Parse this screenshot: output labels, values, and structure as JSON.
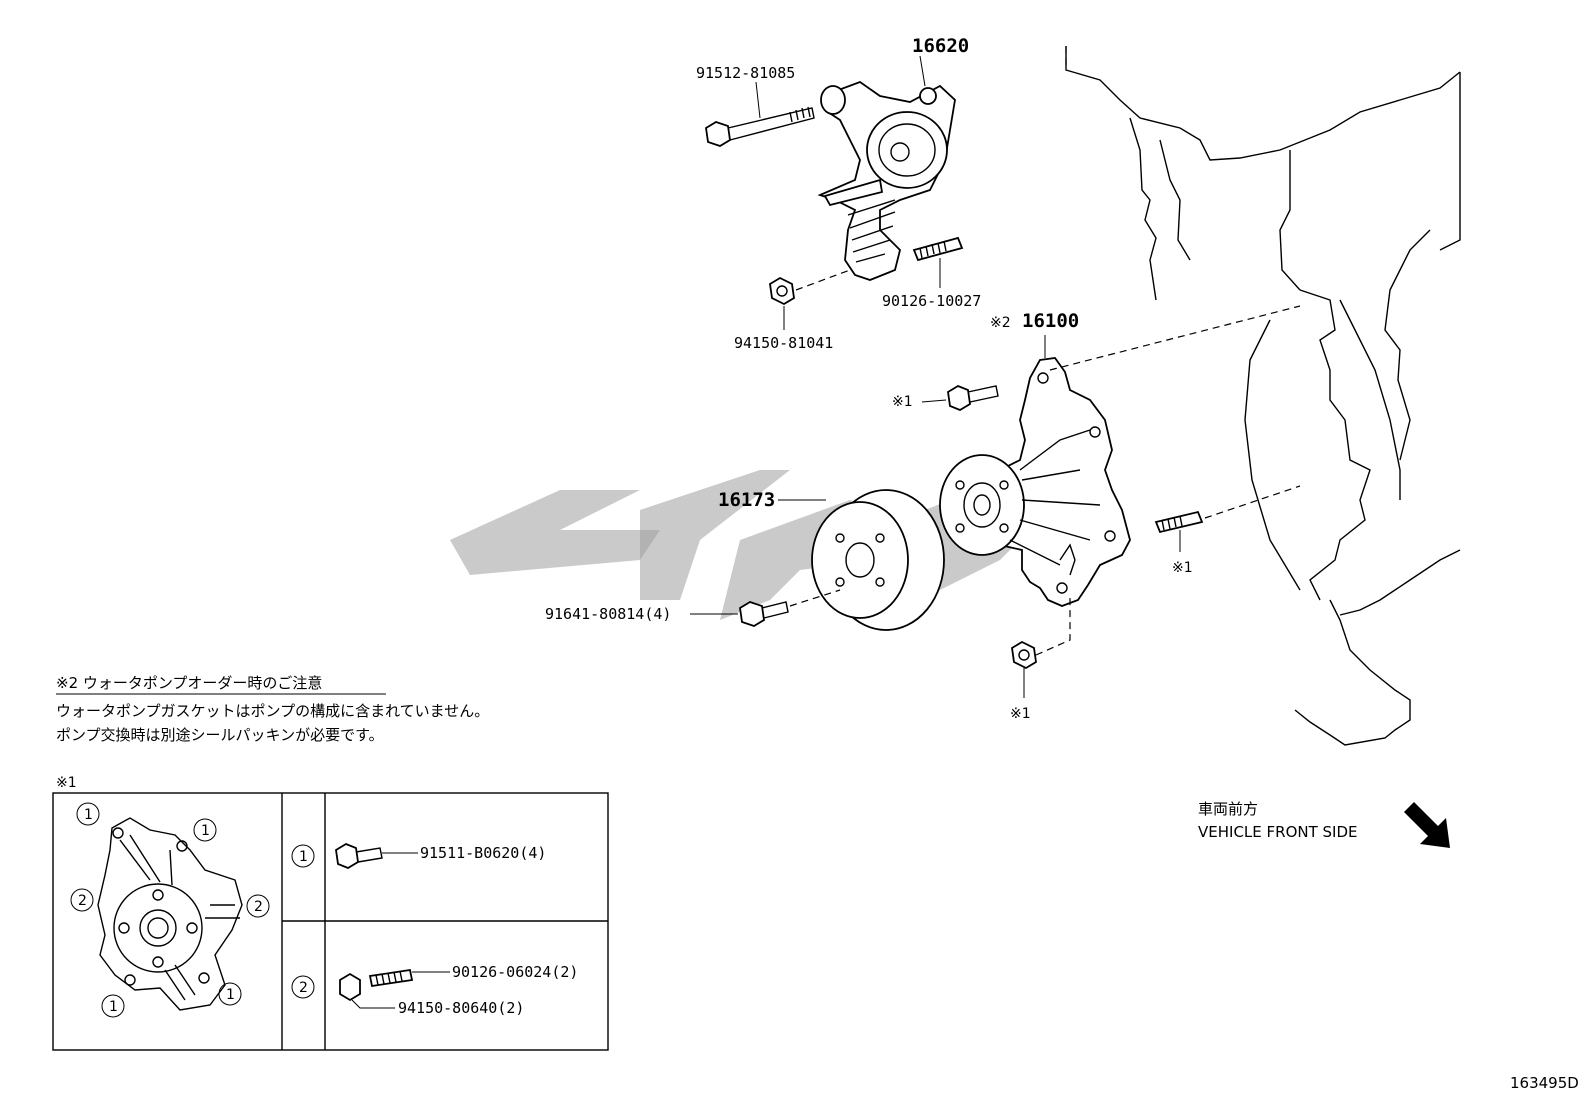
{
  "parts": {
    "tensioner": "16620",
    "tensioner_bolt": "91512-81085",
    "tensioner_stud": "90126-10027",
    "tensioner_nut": "94150-81041",
    "water_pump": "16100",
    "water_pump_mark": "※2",
    "pulley": "16173",
    "pulley_bolt": "91641-80814(4)",
    "mark1": "※1"
  },
  "note": {
    "heading": "※2 ウォータポンプオーダー時のご注意",
    "line1": "ウォータポンプガスケットはポンプの構成に含まれていません。",
    "line2": "ポンプ交換時は別途シールパッキンが必要です。"
  },
  "table": {
    "mark": "※1",
    "index1": "1",
    "index2": "2",
    "row1_part": "91511-B0620(4)",
    "row2_part_a": "90126-06024(2)",
    "row2_part_b": "94150-80640(2)"
  },
  "direction": {
    "jp": "車両前方",
    "en": "VEHICLE FRONT SIDE"
  },
  "diagram_id": "163495D",
  "icons": {
    "direction_arrow": "arrow-down-right-icon",
    "watermark": "watermark-logo"
  }
}
